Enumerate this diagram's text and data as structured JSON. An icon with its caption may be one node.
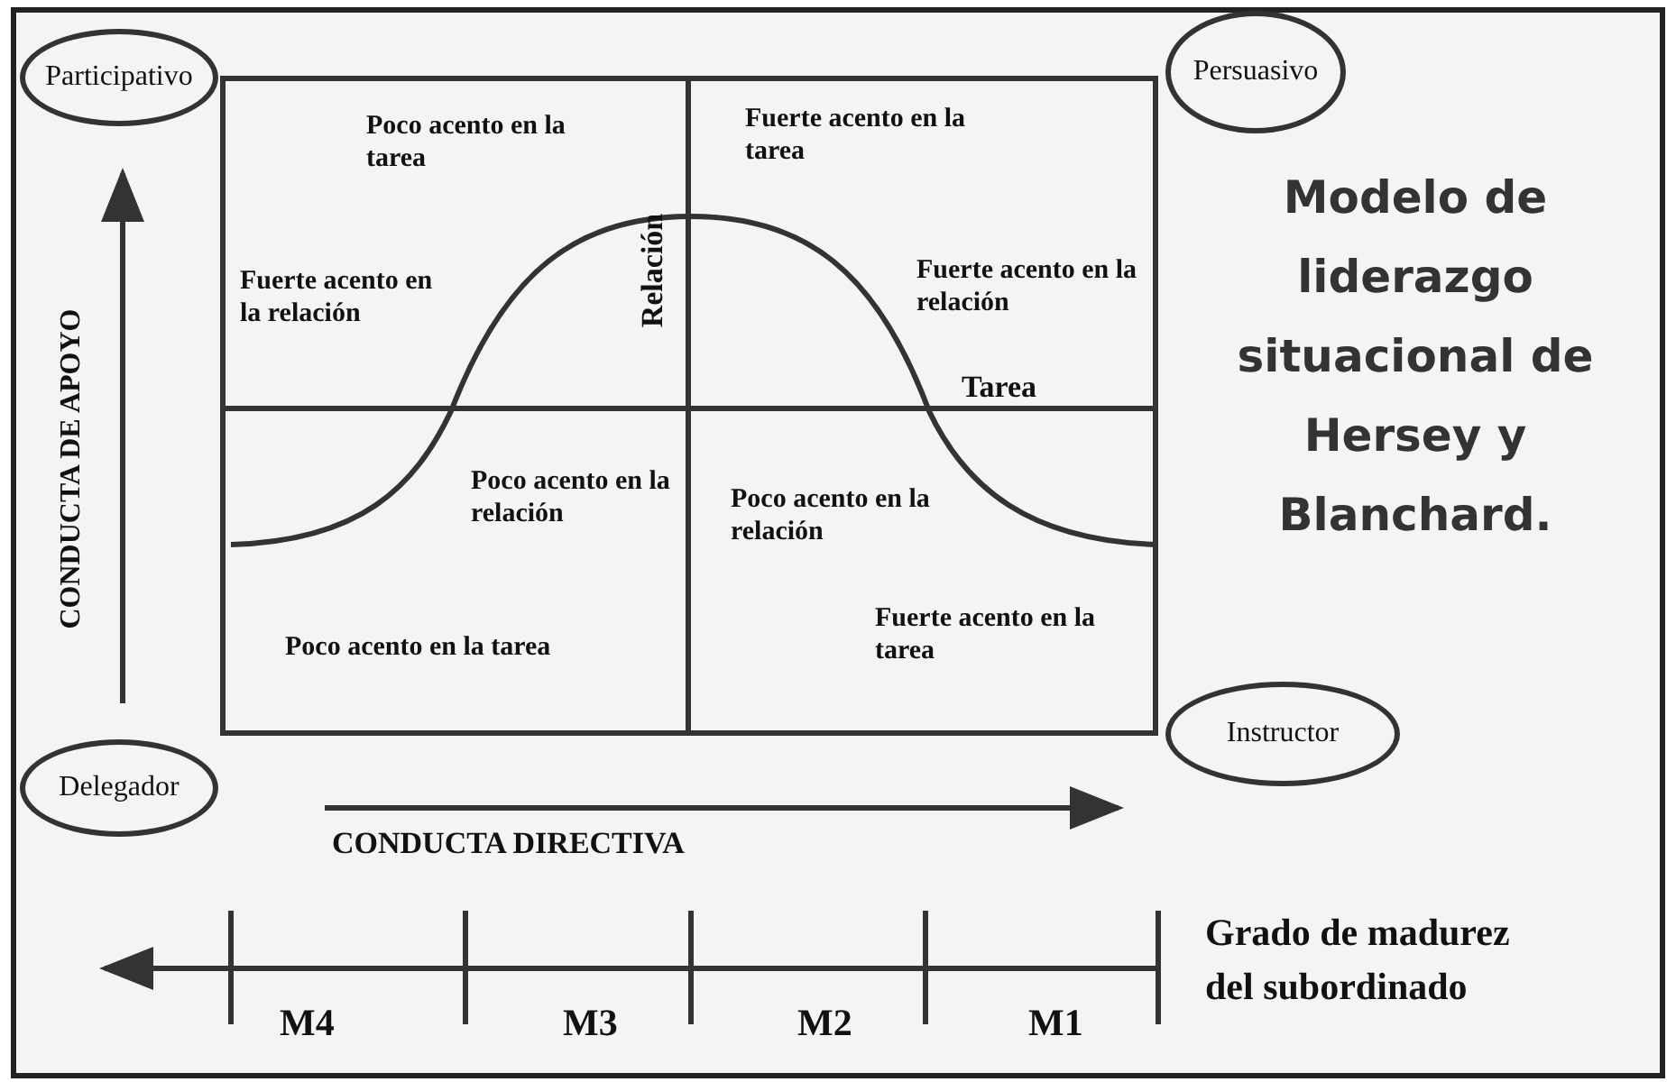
{
  "diagram": {
    "title": "Modelo de liderazgo situacional de Hersey y Blanchard.",
    "nodes": [
      {
        "text": [
          "Participativo"
        ]
      },
      {
        "text": [
          "Persuasivo"
        ]
      },
      {
        "text": [
          "Poco acento en la tarea",
          "Fuerte acento en la relación"
        ]
      },
      {
        "text": [
          "Fuerte acento en la tarea",
          "Fuerte acento en la relación"
        ]
      },
      {
        "text": [
          "Poco acento en la relación",
          "Poco acento en la tarea"
        ]
      },
      {
        "text": [
          "Poco acento en la relación",
          "Fuerte acento en la tarea"
        ]
      },
      {
        "text": [
          "Instructor"
        ]
      },
      {
        "text": [
          "Delegador"
        ]
      }
    ],
    "edges": [],
    "labels": [
      "Relación",
      "Tarea",
      "CONDUCTA DE APOYO",
      "CONDUCTA DIRECTIVA",
      "M4",
      "M3",
      "M2",
      "M1",
      "Grado de madurez del subordinado"
    ]
  }
}
